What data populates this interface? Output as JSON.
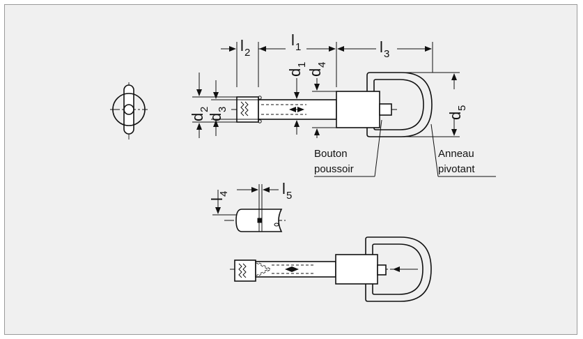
{
  "dimensions": {
    "l1": {
      "main": "l",
      "sub": "1"
    },
    "l2": {
      "main": "l",
      "sub": "2"
    },
    "l3": {
      "main": "l",
      "sub": "3"
    },
    "l4": {
      "main": "l",
      "sub": "4"
    },
    "l5": {
      "main": "l",
      "sub": "5"
    },
    "d1": {
      "main": "d",
      "sub": "1"
    },
    "d2": {
      "main": "d",
      "sub": "2"
    },
    "d3": {
      "main": "d",
      "sub": "3"
    },
    "d4": {
      "main": "d",
      "sub": "4"
    },
    "d5": {
      "main": "d",
      "sub": "5"
    }
  },
  "labels": {
    "push_button": [
      "Bouton",
      "poussoir"
    ],
    "swivel_ring": [
      "Anneau",
      "pivotant"
    ]
  },
  "colors": {
    "background": "#f0f0f0",
    "frame_border": "#9a9a9a",
    "ink": "#111111"
  }
}
